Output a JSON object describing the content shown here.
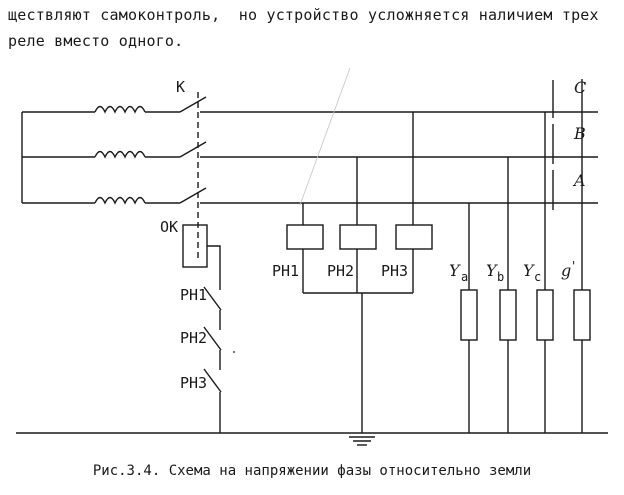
{
  "text": {
    "line1": "ществляют самоконтроль,  но устройство усложняется наличием трех",
    "line2": "реле вместо одного."
  },
  "diagram": {
    "switch_label": "К",
    "phase_labels": [
      "C",
      "B",
      "A"
    ],
    "ok_label": "ОК",
    "relay_labels": [
      "РН1",
      "РН2",
      "РН3"
    ],
    "contact_labels": [
      "РН1",
      "РН2",
      "РН3"
    ],
    "admittance_labels": [
      "Y",
      "Y",
      "Y",
      "g"
    ],
    "admittance_subscripts": [
      "a",
      "b",
      "c",
      "'"
    ]
  },
  "caption": "Рис.3.4. Схема на напряжении фазы относительно земли"
}
